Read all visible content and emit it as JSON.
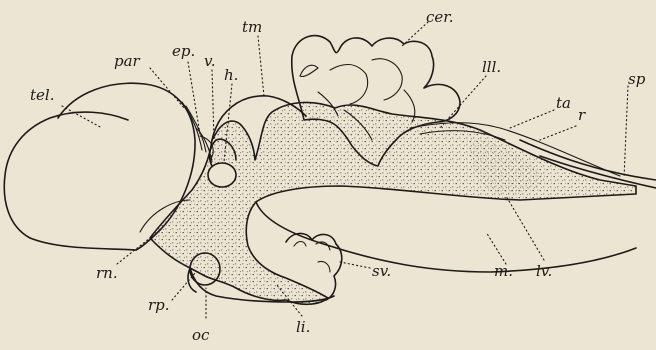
{
  "figure": {
    "labels": {
      "tel": "tel.",
      "par": "par",
      "ep": "ep.",
      "v": "v.",
      "h": "h.",
      "tm": "tm",
      "cer": "cer.",
      "lll": "lll.",
      "ta": "ta",
      "r": "r",
      "sp": "sp",
      "rn": "rn.",
      "rp": "rp.",
      "oc": "oc",
      "li": "li.",
      "sv": "sv.",
      "m": "m.",
      "lv": "lv."
    }
  }
}
